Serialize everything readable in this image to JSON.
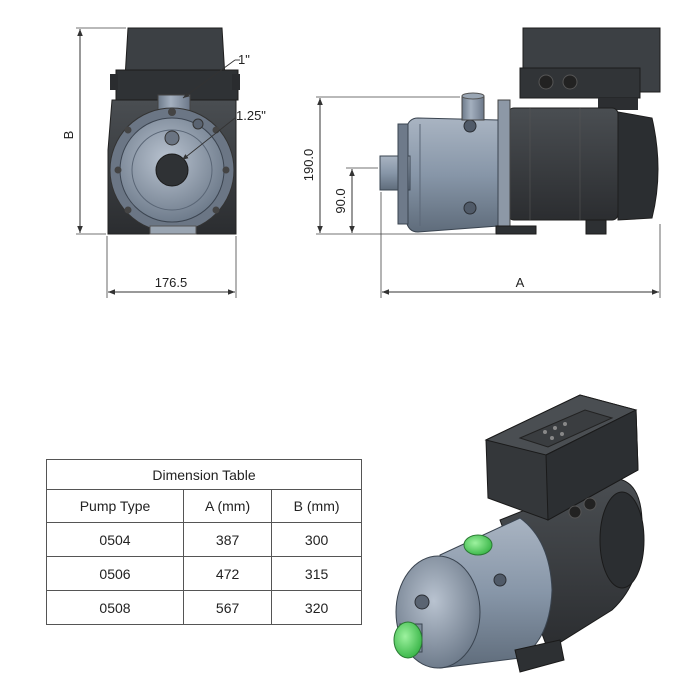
{
  "labels": {
    "dim_b_front": "B",
    "dim_width": "176.5",
    "port_outlet": "1\"",
    "port_inlet": "1.25\"",
    "dim_height_side": "190.0",
    "dim_inlet_height": "90.0",
    "dim_a_side": "A"
  },
  "table": {
    "title": "Dimension Table",
    "headers": [
      "Pump Type",
      "A (mm)",
      "B (mm)"
    ],
    "rows": [
      [
        "0504",
        "387",
        "300"
      ],
      [
        "0506",
        "472",
        "315"
      ],
      [
        "0508",
        "567",
        "320"
      ]
    ]
  },
  "colors": {
    "housing": "#3a3d40",
    "steel": "#8a97a6",
    "port_green": "#5ed86a",
    "line": "#333333"
  }
}
